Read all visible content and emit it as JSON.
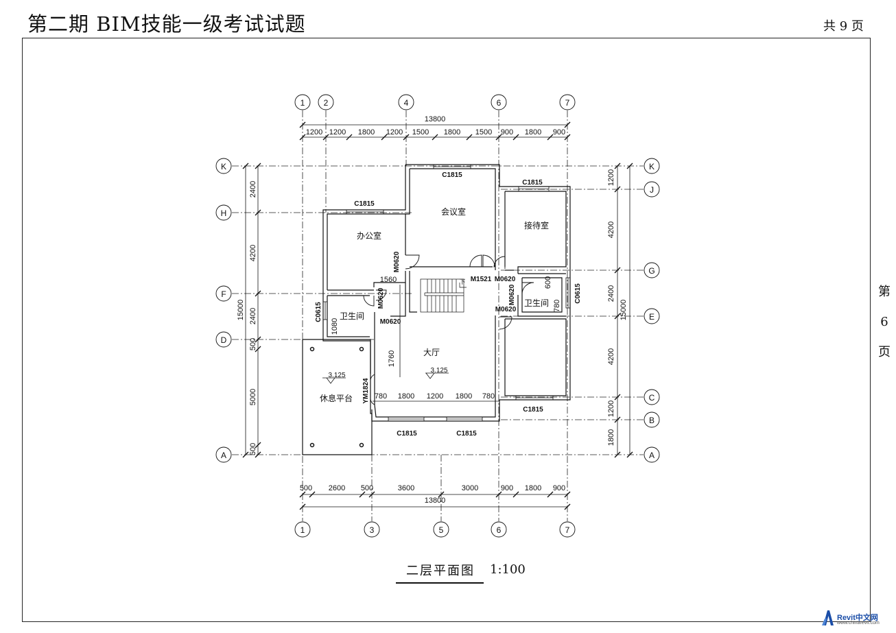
{
  "header": {
    "title": "第二期 BIM技能一级考试试题",
    "total_pages": "共 9 页"
  },
  "side_page": [
    "第",
    "6",
    "页"
  ],
  "drawing": {
    "caption": "二层平面图",
    "scale": "1:100"
  },
  "grid_top": [
    "1",
    "2",
    "4",
    "6",
    "7"
  ],
  "grid_bottom": [
    "1",
    "3",
    "5",
    "6",
    "7"
  ],
  "grid_left": [
    "K",
    "H",
    "F",
    "D",
    "A"
  ],
  "grid_right": [
    "K",
    "J",
    "G",
    "E",
    "C",
    "B",
    "A"
  ],
  "dims": {
    "top_total": "13800",
    "top_segments": [
      "1200",
      "1200",
      "1800",
      "1200",
      "1500",
      "1800",
      "1500",
      "900",
      "1800",
      "900"
    ],
    "bottom_total": "13800",
    "bottom_segments": [
      "500",
      "2600",
      "500",
      "3600",
      "3000",
      "900",
      "1800",
      "900"
    ],
    "left_total": "15000",
    "left_segments": [
      "2400",
      "4200",
      "2400",
      "500",
      "5000",
      "500"
    ],
    "right_total": "15000",
    "right_segments": [
      "1200",
      "4200",
      "2400",
      "4200",
      "1200",
      "1800"
    ],
    "hall_segments": [
      "780",
      "1800",
      "1200",
      "1800",
      "780"
    ],
    "misc": [
      "1560",
      "1080",
      "1760",
      "600",
      "780"
    ]
  },
  "rooms": {
    "meeting": "会议室",
    "office": "办公室",
    "reception": "接待室",
    "wc_left": "卫生间",
    "wc_right": "卫生间",
    "hall": "大厅",
    "platform": "休息平台",
    "stair_down": "下"
  },
  "levels": {
    "platform": "3.125",
    "hall": "3.125"
  },
  "openings": {
    "c_top": "C1815",
    "c_reception": "C1815",
    "c_office": "C1815",
    "c_right_bottom": "C1815",
    "c_hall_left": "C1815",
    "c_hall_right": "C1815",
    "c0615_left": "C0615",
    "c0615_right": "C0615",
    "m1521": "M1521",
    "m0620_office": "M0620",
    "m0620_reception": "M0620",
    "m0620_wc_left_a": "M0620",
    "m0620_wc_left_b": "M0620",
    "m0620_wc_right": "M0620",
    "m0620_room_right": "M0620",
    "ym1824": "YM1824"
  },
  "logo": {
    "name": "Revit中文网",
    "url_text": "www.chinarevit.com",
    "color": "#1b4ea8"
  }
}
